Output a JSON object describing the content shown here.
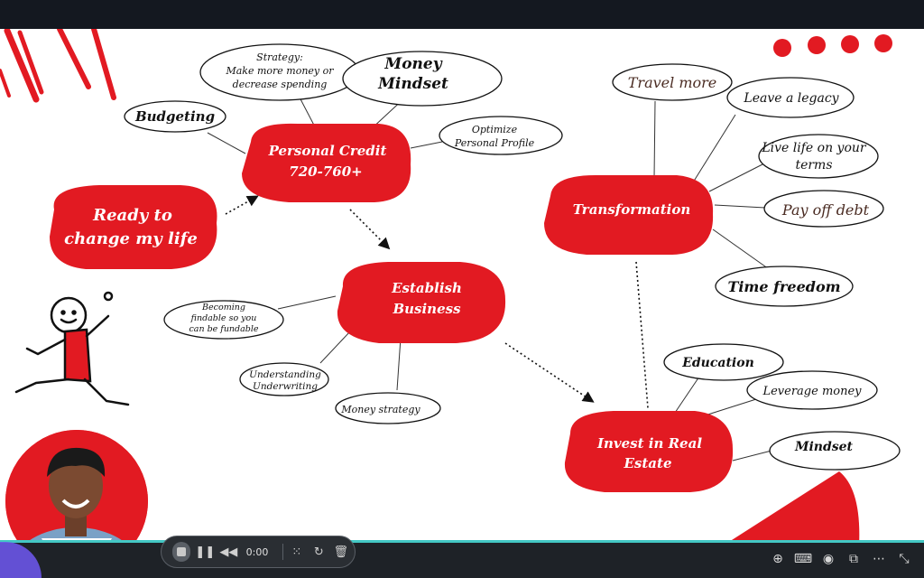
{
  "mindmap": {
    "ready": [
      "Ready to",
      "change my life"
    ],
    "personal_credit": [
      "Personal Credit",
      "720-760+"
    ],
    "establish_business": [
      "Establish",
      "Business"
    ],
    "transformation": "Transformation",
    "invest_real_estate": [
      "Invest in Real",
      "Estate"
    ],
    "bubbles": {
      "budgeting": "Budgeting",
      "strategy": [
        "Strategy:",
        "Make more money or",
        "decrease spending"
      ],
      "money_mindset": [
        "Money",
        "Mindset"
      ],
      "optimize": [
        "Optimize",
        "Personal Profile"
      ],
      "becoming_findable": [
        "Becoming",
        "findable so you",
        "can be fundable"
      ],
      "understanding_underwriting": [
        "Understanding",
        "Underwriting"
      ],
      "money_strategy": "Money strategy",
      "travel_more": "Travel more",
      "leave_legacy": "Leave a legacy",
      "live_life": [
        "Live life on your",
        "terms"
      ],
      "pay_off_debt": "Pay off debt",
      "time_freedom": "Time freedom",
      "education": "Education",
      "leverage_money": "Leverage money",
      "mindset": "Mindset"
    }
  },
  "recorder": {
    "time": "0:00",
    "icons": [
      "stop-icon",
      "pause-icon",
      "rewind-icon",
      "grid-icon",
      "restart-icon",
      "trash-icon"
    ]
  },
  "tray": {
    "icons": [
      "zoom-in-icon",
      "keyboard-icon",
      "broadcast-icon",
      "switch-window-icon",
      "more-icon",
      "collapse-icon"
    ]
  },
  "colors": {
    "accent_red": "#e21a22",
    "progress": "#43c7c4"
  }
}
